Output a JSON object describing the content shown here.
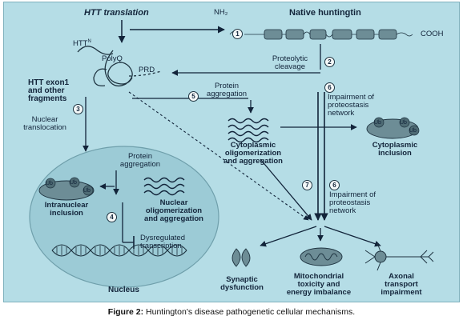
{
  "diagram": {
    "top_left_title": "HTT translation",
    "top_right_title": "Native huntingtin",
    "nh2": "NH₂",
    "cooh": "COOH",
    "htt_n": "HTT",
    "htt_sup": "N",
    "polyq": "PolyQ",
    "prd": "PRD",
    "htt_exon1": "HTT exon1",
    "and_other": "and other",
    "fragments": "fragments",
    "proteolytic": "Proteolytic",
    "cleavage": "cleavage",
    "protein_aggregation_top": [
      "Protein",
      "aggregation"
    ],
    "nuclear_translocation": [
      "Nuclear",
      "translocation"
    ],
    "impairment_top": [
      "Impairment of",
      "proteostasis",
      "network"
    ],
    "cytoplasmic_agg": [
      "Cytoplasmic",
      "oligomerization",
      "and aggregation"
    ],
    "cytoplasmic_inclusion": [
      "Cytoplasmic",
      "inclusion"
    ],
    "protein_aggregation_nuc": [
      "Protein",
      "aggregation"
    ],
    "intranuclear_inclusion": [
      "Intranuclear",
      "inclusion"
    ],
    "nuclear_agg": [
      "Nuclear",
      "oligomerization",
      "and aggregation"
    ],
    "dysregulated": [
      "Dysregulated",
      "transcription"
    ],
    "nucleus": "Nucleus",
    "impairment_bottom": [
      "Impairment of",
      "proteostasis",
      "network"
    ],
    "synaptic": [
      "Synaptic",
      "dysfunction"
    ],
    "mitochondrial": [
      "Mitochondrial",
      "toxicity and",
      "energy imbalance"
    ],
    "axonal": [
      "Axonal",
      "transport",
      "impairment"
    ],
    "ub": "Ub",
    "steps": [
      "1",
      "2",
      "3",
      "4",
      "5",
      "6",
      "6",
      "7"
    ]
  },
  "caption": {
    "bold": "Figure 2:",
    "text": " Huntington's disease pathogenetic cellular mechanisms."
  },
  "colors": {
    "background": "#b5dde6",
    "nucleus_fill": "#9ccbd6",
    "ink": "#12243a"
  }
}
